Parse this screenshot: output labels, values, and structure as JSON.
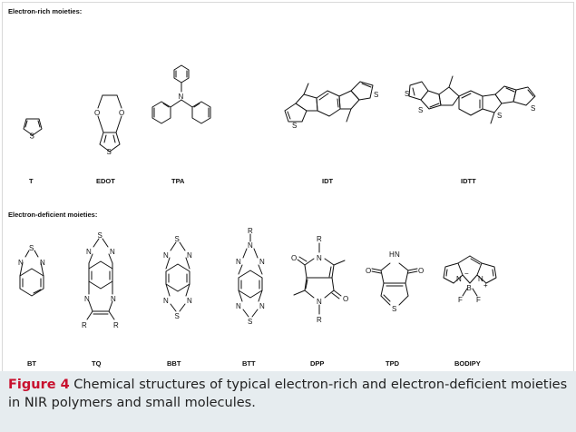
{
  "sections": {
    "rich_title": "Electron-rich moieties:",
    "deficient_title": "Electron-deficient moieties:"
  },
  "rich": [
    "T",
    "EDOT",
    "TPA",
    "IDT",
    "IDTT"
  ],
  "deficient": [
    "BT",
    "TQ",
    "BBT",
    "BTT",
    "DPP",
    "TPD",
    "BODIPY"
  ],
  "atoms": {
    "S": "S",
    "O": "O",
    "N": "N",
    "R": "R",
    "H": "H",
    "B": "B",
    "F": "F",
    "minus": "−",
    "plus": "+"
  },
  "caption": {
    "label": "Figure 4",
    "text": " Chemical structures of typical electron-rich and electron-deficient moieties in NIR polymers and small molecules."
  }
}
